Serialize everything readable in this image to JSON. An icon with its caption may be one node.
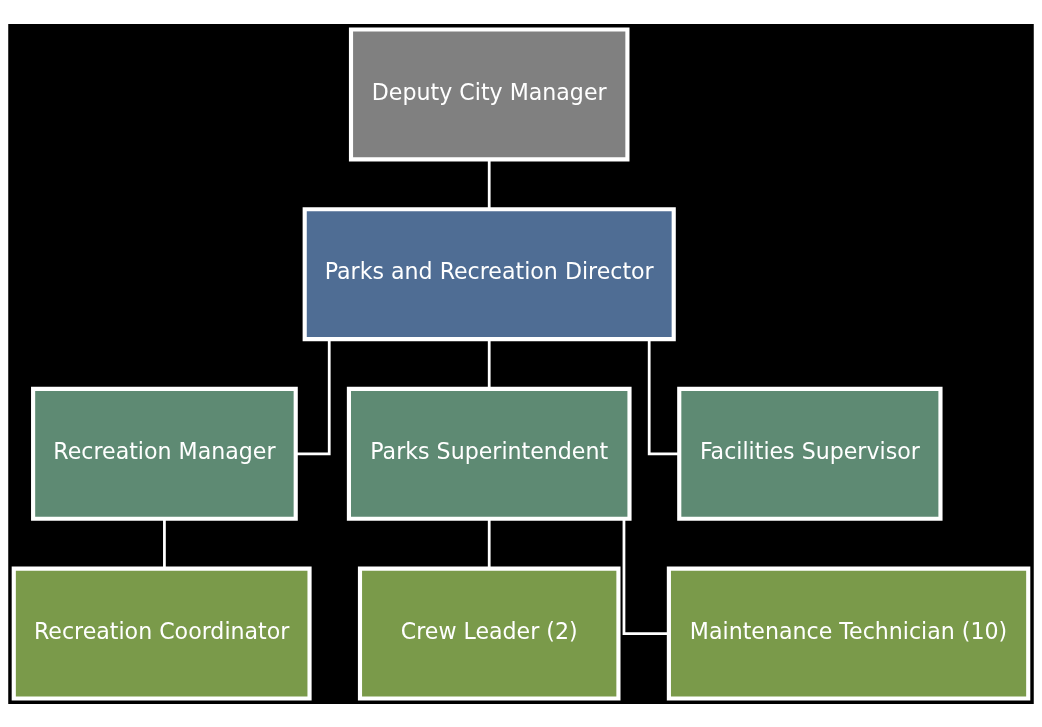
{
  "diagram": {
    "nodes": [
      {
        "text": [
          "Deputy City Manager"
        ]
      },
      {
        "text": [
          "Parks and Recreation Director"
        ]
      },
      {
        "text": [
          "Recreation Manager"
        ]
      },
      {
        "text": [
          "Parks Superintendent"
        ]
      },
      {
        "text": [
          "Facilities Supervisor"
        ]
      },
      {
        "text": [
          "Recreation Coordinator"
        ]
      },
      {
        "text": [
          "Crew Leader (2)"
        ]
      },
      {
        "text": [
          "Maintenance Technician (10)"
        ]
      }
    ],
    "edges": [
      {
        "from": 0,
        "to": 1,
        "arrow": "none"
      },
      {
        "from": 1,
        "to": 2,
        "arrow": "none"
      },
      {
        "from": 1,
        "to": 3,
        "arrow": "none"
      },
      {
        "from": 1,
        "to": 4,
        "arrow": "none"
      },
      {
        "from": 2,
        "to": 5,
        "arrow": "none"
      },
      {
        "from": 3,
        "to": 6,
        "arrow": "none"
      },
      {
        "from": 3,
        "to": 7,
        "arrow": "none"
      }
    ]
  }
}
